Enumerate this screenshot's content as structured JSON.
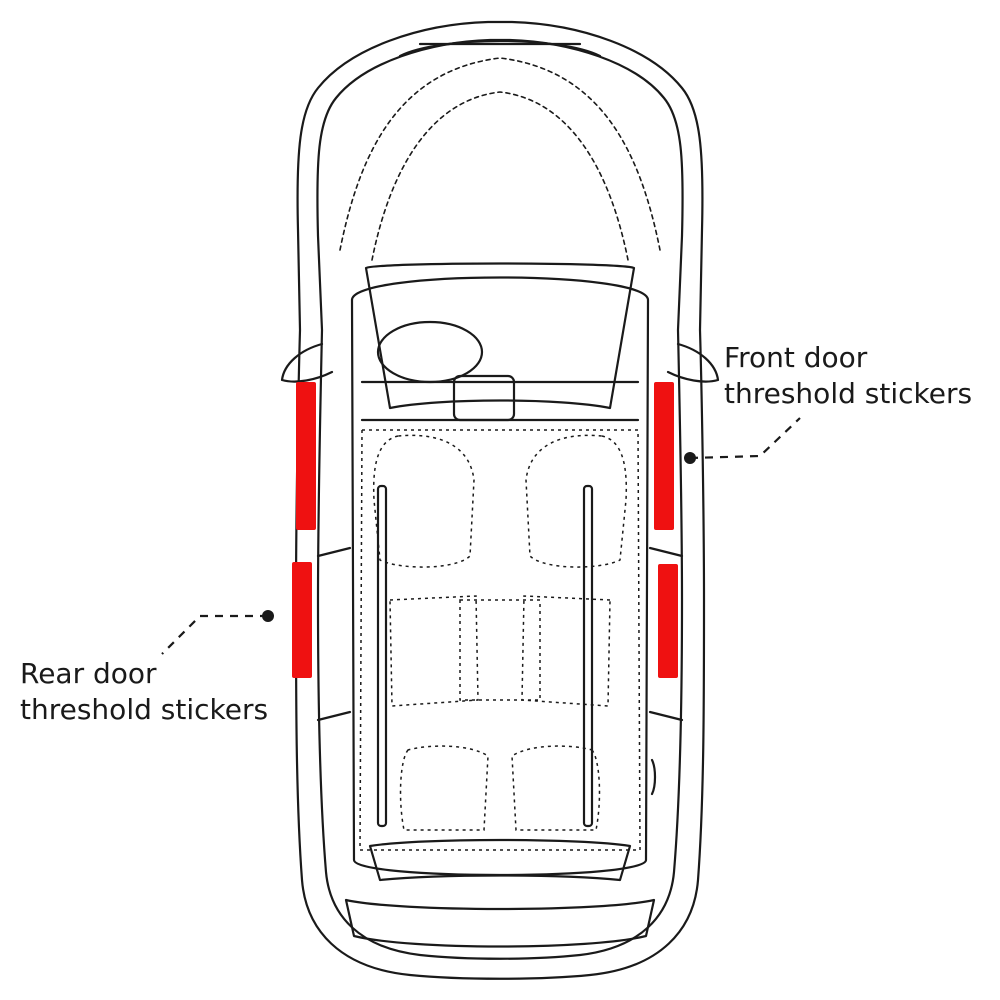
{
  "callouts": {
    "front": {
      "line1": "Front door",
      "line2": "threshold stickers"
    },
    "rear": {
      "line1": "Rear door",
      "line2": "threshold stickers"
    }
  },
  "colors": {
    "line": "#1a1a1a",
    "sticker": "#ef1111",
    "background": "#ffffff"
  },
  "icons": [
    "car-top-view-outline"
  ]
}
